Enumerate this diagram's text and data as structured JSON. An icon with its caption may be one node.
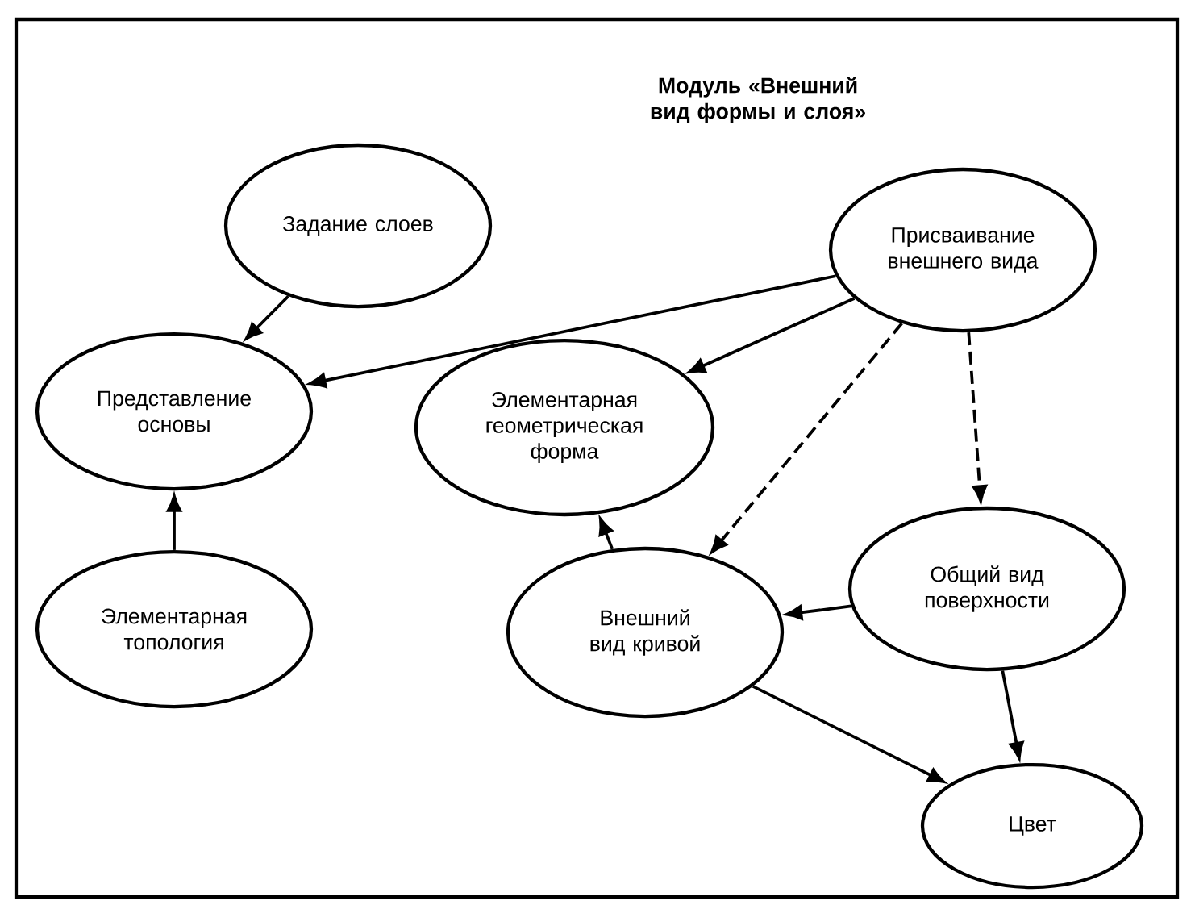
{
  "diagram": {
    "title": "Модуль «Внешний вид формы и слоя»",
    "nodes": [
      {
        "text": [
          "Задание слоев"
        ]
      },
      {
        "text": [
          "Присваивание внешнего вида"
        ]
      },
      {
        "text": [
          "Представление основы"
        ]
      },
      {
        "text": [
          "Элементарная геометрическая форма"
        ]
      },
      {
        "text": [
          "Элементарная топология"
        ]
      },
      {
        "text": [
          "Внешний вид кривой"
        ]
      },
      {
        "text": [
          "Общий вид поверхности"
        ]
      },
      {
        "text": [
          "Цвет"
        ]
      }
    ],
    "edges": [
      {
        "from": 0,
        "to": 2,
        "arrow": "to"
      },
      {
        "from": 1,
        "to": 2,
        "arrow": "to"
      },
      {
        "from": 1,
        "to": 3,
        "arrow": "to"
      },
      {
        "from": 1,
        "to": 5,
        "arrow": "to",
        "style": "dashed"
      },
      {
        "from": 1,
        "to": 6,
        "arrow": "to",
        "style": "dashed"
      },
      {
        "from": 4,
        "to": 2,
        "arrow": "to"
      },
      {
        "from": 5,
        "to": 3,
        "arrow": "to"
      },
      {
        "from": 6,
        "to": 5,
        "arrow": "to"
      },
      {
        "from": 5,
        "to": 7,
        "arrow": "to"
      },
      {
        "from": 6,
        "to": 7,
        "arrow": "to"
      }
    ]
  }
}
